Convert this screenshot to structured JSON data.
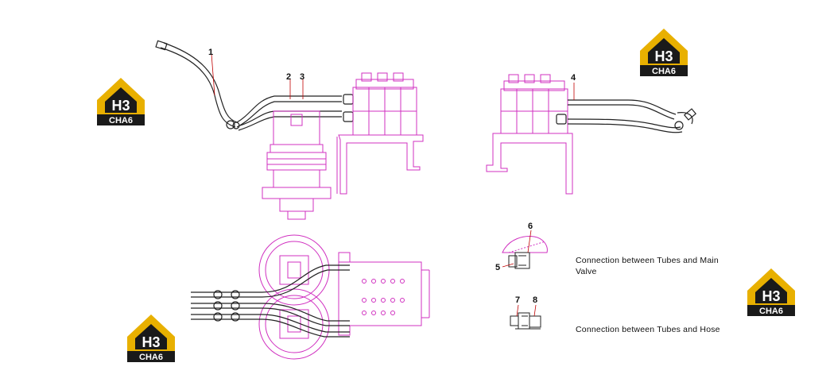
{
  "callouts": {
    "c1": "1",
    "c2": "2",
    "c3": "3",
    "c4": "4",
    "c5": "5",
    "c6": "6",
    "c7": "7",
    "c8": "8"
  },
  "captions": {
    "main_valve_line1": "Connection between Tubes and Main",
    "main_valve_line2": "Valve",
    "hose": "Connection between Tubes and Hose"
  },
  "logo": {
    "top_text": "H3",
    "bottom_text": "CHA6"
  },
  "colors": {
    "drawing": "#d030c0",
    "line": "#222222",
    "callout_leader": "#c00000",
    "logo_gold": "#e8b000",
    "logo_dark": "#1a1a1a"
  }
}
